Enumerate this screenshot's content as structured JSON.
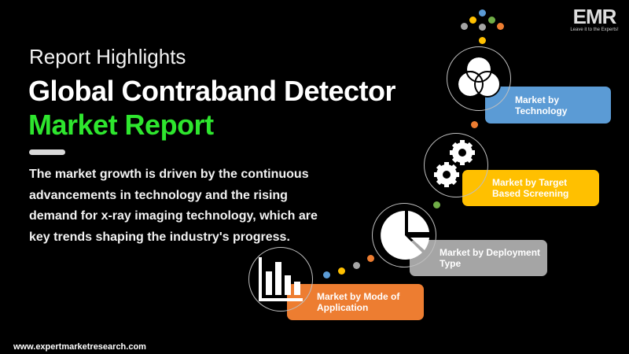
{
  "header": {
    "subtitle": "Report Highlights",
    "title_line1": "Global Contraband Detector",
    "title_line2": "Market Report"
  },
  "description": "The market growth is driven by the continuous advancements in technology and the rising demand for x-ray imaging technology, which are key trends shaping the industry's progress.",
  "footer": {
    "url": "www.expertmarketresearch.com"
  },
  "logo": {
    "text": "EMR",
    "tagline": "Leave it to the Experts!"
  },
  "segments": [
    {
      "label": "Market by Technology",
      "color": "#5b9bd5",
      "icon": "venn-diagram-icon"
    },
    {
      "label": "Market by Target Based Screening",
      "color": "#ffc000",
      "icon": "gears-icon"
    },
    {
      "label": "Market by Deployment Type",
      "color": "#a5a5a5",
      "icon": "pie-chart-icon"
    },
    {
      "label": "Market by Mode of Application",
      "color": "#ed7d31",
      "icon": "bar-chart-icon"
    }
  ],
  "colors": {
    "accent_green": "#2ee62e",
    "blue": "#5b9bd5",
    "yellow": "#ffc000",
    "green": "#70ad47",
    "gray": "#a5a5a5",
    "orange": "#ed7d31"
  }
}
